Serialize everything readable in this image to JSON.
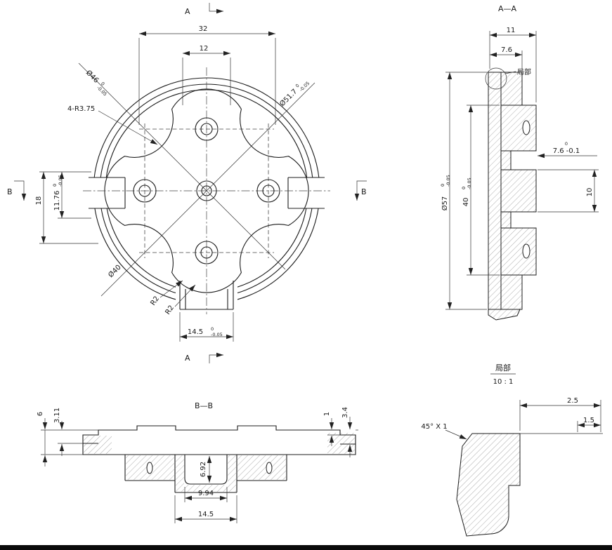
{
  "front": {
    "marker_a": "A",
    "marker_b": "B",
    "dim_32": "32",
    "dim_12": "12",
    "dia46": "Ø46",
    "dia46_tu": "0",
    "dia46_tl": "-0.05",
    "dia51": "Ø51.7",
    "dia51_tu": "0",
    "dia51_tl": "-0.05",
    "lobe_radius": "4-R3.75",
    "dim_18": "18",
    "dim_1176": "11.76",
    "dim_1176_tu": "0",
    "dim_1176_tl": "-0.05",
    "dia40": "Ø40",
    "r2": "R2",
    "dim_145": "14.5",
    "dim_145_tu": "0",
    "dim_145_tl": "-0.05"
  },
  "aa": {
    "title": "A—A",
    "dim_11": "11",
    "dim_76": "7.6",
    "detail_label": "局部",
    "dia57": "Ø57",
    "dia57_tu": "0",
    "dia57_tl": "-0.05",
    "dim_40": "40",
    "dim_40_tu": "0",
    "dim_40_tl": "-0.05",
    "dim_76tol_u": "0",
    "dim_76tol": "7.6 -0.1",
    "dim_10": "10"
  },
  "bb": {
    "title": "B—B",
    "dim_6": "6",
    "dim_311": "3.11",
    "dim_1": "1",
    "dim_34": "3.4",
    "dim_692": "6.92",
    "dim_994": "9.94",
    "dim_145": "14.5"
  },
  "detail": {
    "title": "局部",
    "scale": "10 : 1",
    "dim_25": "2.5",
    "dim_15": "1.5",
    "chamfer": "45° X 1"
  }
}
